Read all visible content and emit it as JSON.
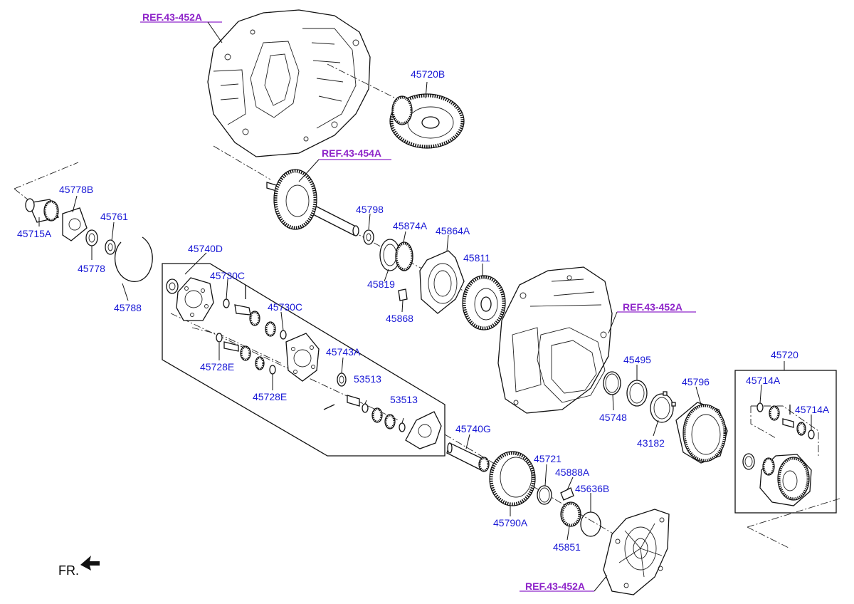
{
  "references": [
    {
      "id": "ref-top",
      "text": "REF.43-452A"
    },
    {
      "id": "ref-shaft",
      "text": "REF.43-454A"
    },
    {
      "id": "ref-right",
      "text": "REF.43-452A"
    },
    {
      "id": "ref-bottom",
      "text": "REF.43-452A"
    }
  ],
  "parts": [
    {
      "id": "45720B",
      "label": "45720B"
    },
    {
      "id": "45778B",
      "label": "45778B"
    },
    {
      "id": "45715A",
      "label": "45715A"
    },
    {
      "id": "45761",
      "label": "45761"
    },
    {
      "id": "45778",
      "label": "45778"
    },
    {
      "id": "45788",
      "label": "45788"
    },
    {
      "id": "45798",
      "label": "45798"
    },
    {
      "id": "45874A",
      "label": "45874A"
    },
    {
      "id": "45864A",
      "label": "45864A"
    },
    {
      "id": "45819",
      "label": "45819"
    },
    {
      "id": "45811",
      "label": "45811"
    },
    {
      "id": "45868",
      "label": "45868"
    },
    {
      "id": "45740D",
      "label": "45740D"
    },
    {
      "id": "45730C-a",
      "label": "45730C"
    },
    {
      "id": "45730C-b",
      "label": "45730C"
    },
    {
      "id": "45728E-a",
      "label": "45728E"
    },
    {
      "id": "45743A",
      "label": "45743A"
    },
    {
      "id": "45728E-b",
      "label": "45728E"
    },
    {
      "id": "53513-a",
      "label": "53513"
    },
    {
      "id": "53513-b",
      "label": "53513"
    },
    {
      "id": "45740G",
      "label": "45740G"
    },
    {
      "id": "45721",
      "label": "45721"
    },
    {
      "id": "45888A",
      "label": "45888A"
    },
    {
      "id": "45636B",
      "label": "45636B"
    },
    {
      "id": "45790A",
      "label": "45790A"
    },
    {
      "id": "45851",
      "label": "45851"
    },
    {
      "id": "45495",
      "label": "45495"
    },
    {
      "id": "45748",
      "label": "45748"
    },
    {
      "id": "45796",
      "label": "45796"
    },
    {
      "id": "43182",
      "label": "43182"
    },
    {
      "id": "45720",
      "label": "45720"
    },
    {
      "id": "45714A-a",
      "label": "45714A"
    },
    {
      "id": "45714A-b",
      "label": "45714A"
    }
  ],
  "orientation": {
    "label": "FR."
  },
  "colors": {
    "part_label": "#1a1ad6",
    "reference_label": "#8e24c9",
    "line": "#111111"
  }
}
